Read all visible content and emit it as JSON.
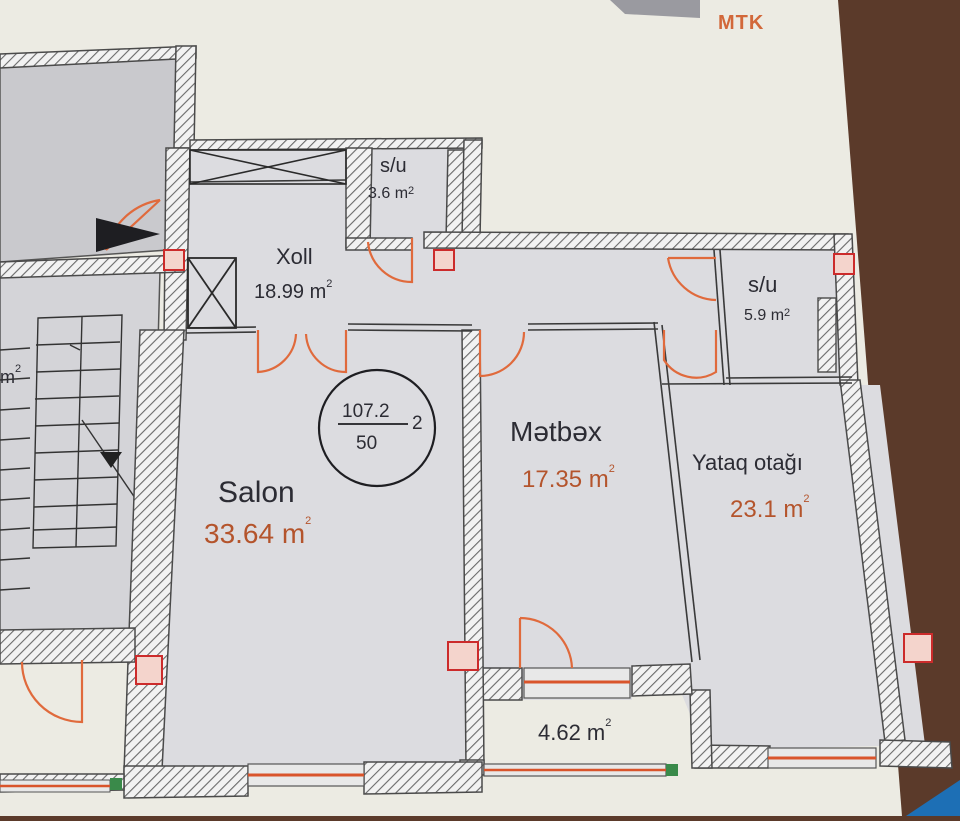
{
  "brand": {
    "logo_text": "MTK"
  },
  "plan": {
    "total_area": "107.2",
    "apartment_no": "50",
    "rooms_count": "2"
  },
  "rooms": {
    "xoll": {
      "name": "Xoll",
      "area": "18.99 m",
      "unit_sup": "2"
    },
    "su_small": {
      "name": "s/u",
      "area": "3.6 m",
      "unit_sup": "2"
    },
    "su_large": {
      "name": "s/u",
      "area": "5.9 m",
      "unit_sup": "2"
    },
    "salon": {
      "name": "Salon",
      "area": "33.64 m",
      "unit_sup": "2"
    },
    "metbex": {
      "name": "Mətbəx",
      "area": "17.35 m",
      "unit_sup": "2"
    },
    "yataq": {
      "name": "Yataq otağı",
      "area": "23.1 m",
      "unit_sup": "2"
    },
    "balcony": {
      "area": "4.62 m",
      "unit_sup": "2"
    },
    "stair_partial": {
      "area": "m",
      "unit_sup": "2"
    }
  },
  "colors": {
    "wall_outline": "#4a4a4a",
    "room_fill": "#dcdce0",
    "door": "#e06a3c",
    "window": "#d9542b",
    "label": "#2c2c34",
    "area_label": "#b4542c",
    "pipe": "#cc2b2b",
    "table": "#5b3a2a",
    "paper": "#ecebe3"
  }
}
